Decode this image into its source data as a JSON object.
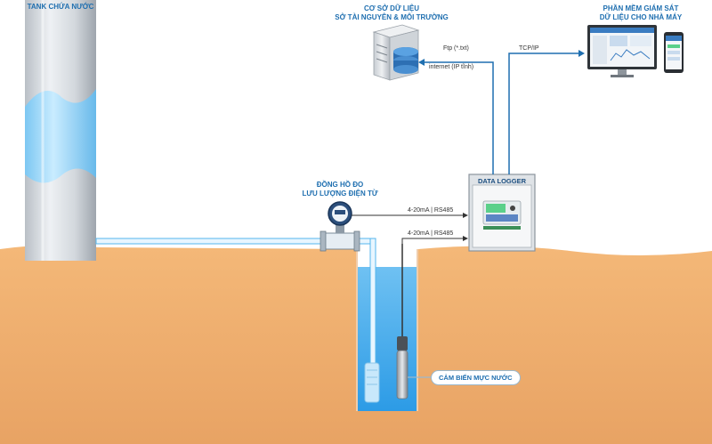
{
  "labels": {
    "tank": "TANK CHỨA NƯỚC",
    "database_line1": "CƠ SỞ DỮ LIỆU",
    "database_line2": "SỞ TÀI NGUYÊN & MÔI TRƯỜNG",
    "software_line1": "PHẦN MỀM GIÁM SÁT",
    "software_line2": "DỮ LIỆU CHO NHÀ MÁY",
    "flowmeter_line1": "ĐỒNG HỒ ĐO",
    "flowmeter_line2": "LƯU LƯỢNG ĐIỆN TỪ",
    "datalogger": "DATA LOGGER",
    "level_sensor": "CẢM BIẾN MỰC NƯỚC"
  },
  "links": {
    "ftp": "Ftp (*.txt)",
    "internet": "internet (IP tĩnh)",
    "tcpip": "TCP/IP",
    "flowmeter_signal": "4-20mA | RS485",
    "sensor_signal": "4-20mA | RS485"
  },
  "colors": {
    "soil": "#f0b06f",
    "water": "#33a3e8",
    "line": "#1f6fb0",
    "label": "#1f6fb0"
  }
}
